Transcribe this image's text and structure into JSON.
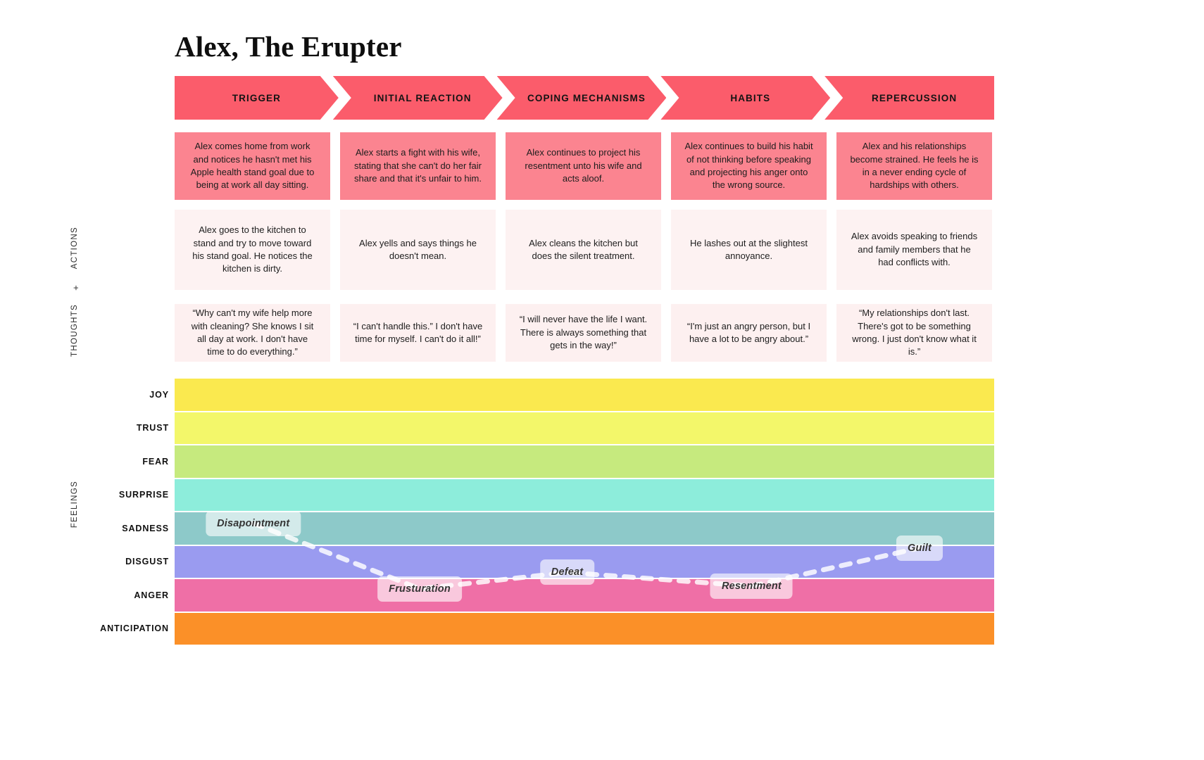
{
  "title": "Alex, The Erupter",
  "side_labels": {
    "actions": "ACTIONS",
    "plus": "+",
    "thoughts": "THOUGHTS",
    "feelings": "FEELINGS"
  },
  "colors": {
    "phase_bar": "#fb5c6b",
    "row1_card": "#fb8490",
    "row2_card": "#fdf2f2",
    "row3_card": "#fdf0f0",
    "bubble": "#ffffff"
  },
  "phases": [
    {
      "label": "TRIGGER"
    },
    {
      "label": "INITIAL REACTION"
    },
    {
      "label": "COPING MECHANISMS"
    },
    {
      "label": "HABITS"
    },
    {
      "label": "REPERCUSSION"
    }
  ],
  "rows": {
    "summary": [
      "Alex comes home from work and notices he hasn't met his Apple health stand goal due to being at work all day sitting.",
      "Alex starts a fight with his wife, stating that she can't do her fair share and that it's unfair to him.",
      "Alex continues to project his resentment unto his wife and acts aloof.",
      "Alex continues to build his habit of not thinking before speaking and projecting his anger onto the wrong source.",
      "Alex and his relationships become strained. He feels he is in a never ending cycle of hardships with others."
    ],
    "actions": [
      "Alex goes to the kitchen to stand and try to move toward his stand goal. He notices the kitchen is dirty.",
      "Alex yells and says things he doesn't mean.",
      "Alex cleans the kitchen but does the silent treatment.",
      "He lashes out at the slightest annoyance.",
      "Alex avoids speaking to friends and family members that he had conflicts with."
    ],
    "thoughts": [
      "“Why can't my wife help more with cleaning? She knows I sit all day at work. I don't have time to do everything.”",
      "“I can't handle this.” I don't have time for myself. I can't do it all!”",
      "“I will never have the life I want. There is always something that gets in the way!”",
      "“I'm just an angry person, but I have a lot to be angry about.”",
      "“My relationships don't last. There's got to be something wrong. I just don't know what it is.”"
    ]
  },
  "chart_data": {
    "type": "line",
    "title": "Emotional journey across phases",
    "xlabel": "",
    "ylabel": "FEELINGS",
    "grid": false,
    "legend": "none",
    "categories": [
      "TRIGGER",
      "INITIAL REACTION",
      "COPING MECHANISMS",
      "HABITS",
      "REPERCUSSION"
    ],
    "bands": [
      {
        "label": "JOY",
        "color": "#fae94f"
      },
      {
        "label": "TRUST",
        "color": "#f3f76a"
      },
      {
        "label": "FEAR",
        "color": "#c6ea7e"
      },
      {
        "label": "SURPRISE",
        "color": "#8deddb"
      },
      {
        "label": "SADNESS",
        "color": "#8dc9c9"
      },
      {
        "label": "DISGUST",
        "color": "#9a9bf0"
      },
      {
        "label": "ANGER",
        "color": "#ef6fa6"
      },
      {
        "label": "ANTICIPATION",
        "color": "#fb9028"
      }
    ],
    "points": [
      {
        "label": "Disapointment",
        "phase": "TRIGGER",
        "band": "SADNESS",
        "x_pct": 9.6,
        "y_pct": 53.0
      },
      {
        "label": "Frusturation",
        "phase": "INITIAL REACTION",
        "band": "ANGER",
        "x_pct": 29.9,
        "y_pct": 77.0
      },
      {
        "label": "Defeat",
        "phase": "COPING MECHANISMS",
        "band": "DISGUST",
        "x_pct": 47.9,
        "y_pct": 71.0
      },
      {
        "label": "Resentment",
        "phase": "HABITS",
        "band": "ANGER",
        "x_pct": 70.4,
        "y_pct": 76.0
      },
      {
        "label": "Guilt",
        "phase": "REPERCUSSION",
        "band": "DISGUST",
        "x_pct": 90.9,
        "y_pct": 62.0
      }
    ]
  }
}
